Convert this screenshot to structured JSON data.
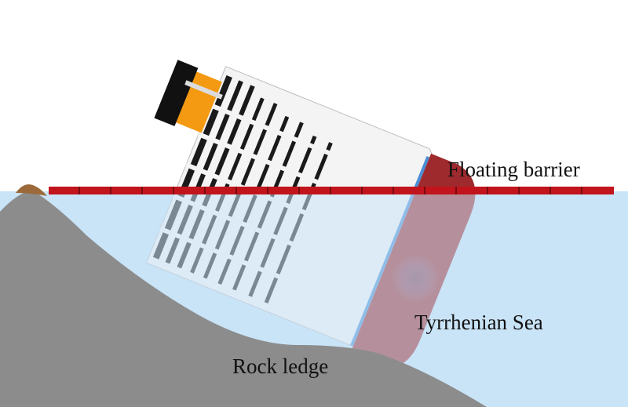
{
  "labels": {
    "floating_barrier": "Floating barrier",
    "tyrrhenian_sea": "Tyrrhenian Sea",
    "rock_ledge": "Rock ledge"
  },
  "colors": {
    "sky": "#ffffff",
    "sea": "#c9e3f7",
    "rock": "#8c8c8c",
    "rock_peak": "#9c6a3a",
    "barrier": "#c2141c",
    "hull_bottom": "#9e2a2e",
    "hull_white": "#f4f4f4",
    "window": "#1a1a1a",
    "funnel_orange": "#f39a12",
    "funnel_black": "#111111",
    "hull_stripe": "#4a8fd6"
  }
}
